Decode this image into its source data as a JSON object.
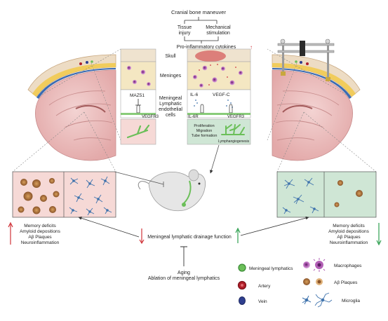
{
  "top": {
    "cranial": "Cranial bone maneuver",
    "tissue_l1": "Tissue",
    "tissue_l2": "injury",
    "mech_l1": "Mechanical",
    "mech_l2": "stimulation",
    "cytokines": "Pro-inflammatory cytokines",
    "up_arrow": "↑"
  },
  "layers": {
    "skull": "Skull",
    "meninges": "Meninges",
    "mlec_l1": "Meningeal",
    "mlec_l2": "Lymphatic",
    "mlec_l3": "endothelial",
    "mlec_l4": "cells"
  },
  "left_column": {
    "maz51": "MAZ51",
    "vegfr3": "VEGFR3"
  },
  "right_column": {
    "il6": "IL-6",
    "vegfc": "VEGF-C",
    "il6r": "IL-6R",
    "vegfr3": "VEGFR3",
    "prolif_l1": "Proliferation",
    "prolif_l2": "Migration",
    "prolif_l3": "Tube formation",
    "lymphangio": "Lymphangiogenesis"
  },
  "left_outcomes": [
    "Memory deficits",
    "Amyloid depositions",
    "Aβ Plaques",
    "Neuroinflammation"
  ],
  "right_outcomes": [
    "Memory deficits",
    "Amyloid depositions",
    "Aβ Plaques",
    "Neuroinflammation"
  ],
  "drainage": "Meningeal lymphatic drainage function",
  "aging": {
    "line1": "Aging",
    "line2": "Ablation of meningeal lymphatics"
  },
  "legend": {
    "lymphatics": "Meningeal lymphatics",
    "artery": "Artery",
    "vein": "Vein",
    "macrophages": "Macrophages",
    "plaques": "Aβ Plaques",
    "microglia": "Microglia"
  },
  "colors": {
    "increase": "#d0343a",
    "decrease": "#2e9f4f",
    "left_panel_bg": "#f6d9d6",
    "right_panel_bg": "#cfe6d5",
    "brain": "#eec3c3",
    "skull": "#e2b8ad",
    "meninges": "#f4e7c2",
    "lymphatic_green": "#6bbf59",
    "macrophage": "#b25fb5",
    "microglia": "#3f73ad",
    "plaque": "#a56b3c"
  }
}
